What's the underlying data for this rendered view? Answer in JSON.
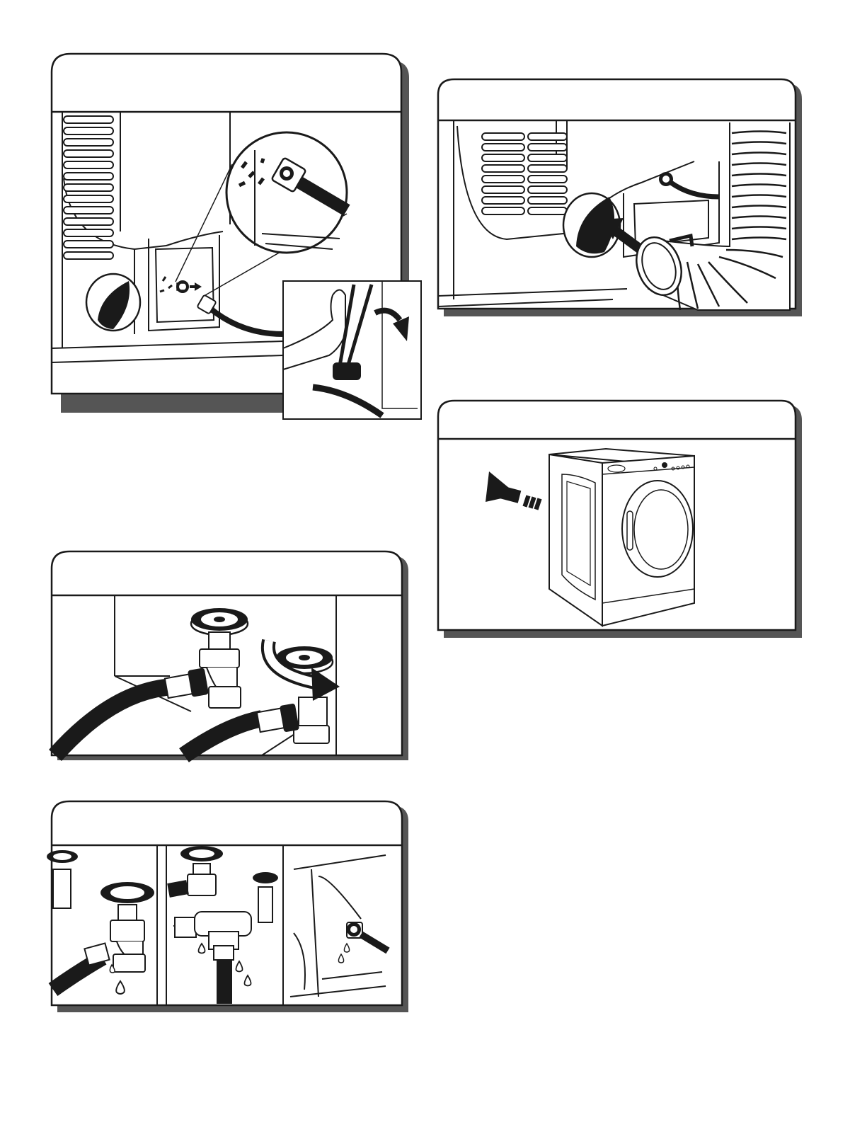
{
  "colors": {
    "ink": "#1a1a1a",
    "shadow": "#555555",
    "paper": "#ffffff",
    "hose": "#1c1c1c",
    "water": "#ffffff"
  },
  "panels": [
    {
      "id": "connect-inlet-hose",
      "icons": [
        "dryer-back-icon",
        "inlet-hose-icon",
        "pliers-icon",
        "hand-icon",
        "turn-arrow-icon"
      ]
    },
    {
      "id": "attach-vent",
      "icons": [
        "dryer-back-icon",
        "vent-duct-icon",
        "push-arrow-icon"
      ]
    },
    {
      "id": "move-dryer",
      "icons": [
        "dryer-icon",
        "move-arrow-icon"
      ]
    },
    {
      "id": "turn-on-water",
      "icons": [
        "faucet-icon",
        "hose-icon",
        "turn-arrow-icon"
      ]
    },
    {
      "id": "check-leaks",
      "icons": [
        "faucet-icon",
        "y-connector-icon",
        "water-drop-icon",
        "dryer-inlet-icon"
      ]
    }
  ]
}
